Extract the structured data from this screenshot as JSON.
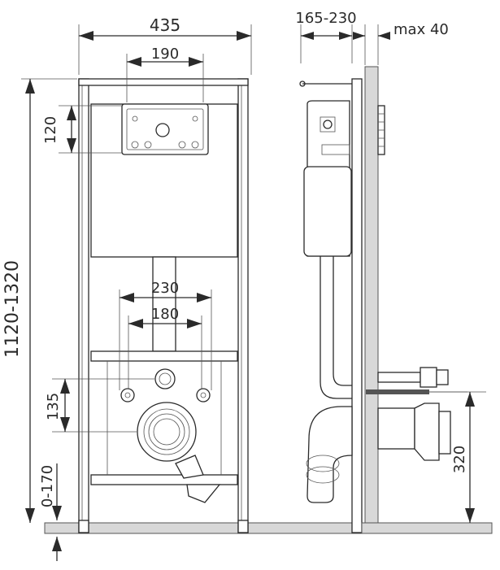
{
  "dimensions": {
    "frame_width": "435",
    "flush_plate_width": "190",
    "flush_plate_height": "120",
    "total_height": "1120-1320",
    "stud_spacing_outer": "230",
    "stud_spacing_inner": "180",
    "outlet_offset": "135",
    "foot_adjust": "0-170",
    "depth_range": "165-230",
    "wall_offset": "max 40",
    "outlet_height": "320"
  },
  "colors": {
    "line": "#2a2a2a",
    "wall_fill": "#d8d8d8",
    "tank_fill": "#ffffff"
  }
}
